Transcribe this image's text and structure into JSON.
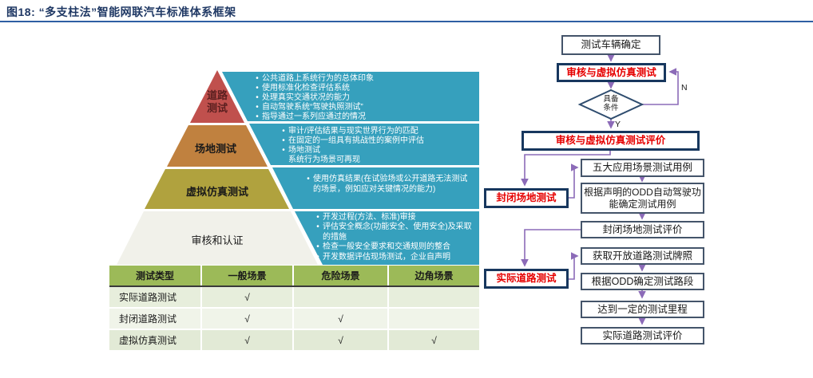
{
  "header": {
    "title": "图18:  “多支柱法”智能网联汽车标准体系框架",
    "title_color": "#1F3864",
    "rule_color": "#2E5FA3"
  },
  "pyramid": {
    "callout_color": "#36A0BD",
    "callout_text_color": "#FFFFFF",
    "levels": [
      {
        "label": "道路测试",
        "color": "#C0504D",
        "bullets": [
          "公共道路上系统行为的总体印象",
          "使用标准化检查评估系统",
          "处理真实交通状况的能力",
          "自动驾驶系统“驾驶执照测试”",
          "指导通过一系列应通过的情况"
        ]
      },
      {
        "label": "场地测试",
        "color": "#C0813F",
        "bullets": [
          "审计/评估结果与现实世界行为的匹配",
          "在固定的一组具有挑战性的案例中评估",
          "场地测试\n系统行为场景可再现"
        ]
      },
      {
        "label": "虚拟仿真测试",
        "color": "#B0A23E",
        "bullets": [
          "使用仿真结果(在试验场或公开道路无法测试的场景，例如应对关键情况的能力)"
        ]
      },
      {
        "label": "审核和认证",
        "color": "#F1F1EA",
        "bullets": [
          "开发过程(方法、标准)审接",
          "评估安全概念(功能安全、使用安全)及采取的措施",
          "检查一般安全要求和交通规则的整合",
          "开发数据评估现场测试，企业自声明"
        ]
      }
    ]
  },
  "table": {
    "header_bg": "#9CBA58",
    "columns": [
      "测试类型",
      "一般场景",
      "危险场景",
      "边角场景"
    ],
    "rows": [
      {
        "cells": [
          "实际道路测试",
          "√",
          "",
          ""
        ]
      },
      {
        "cells": [
          "封闭道路测试",
          "√",
          "√",
          ""
        ]
      },
      {
        "cells": [
          "虚拟仿真测试",
          "√",
          "√",
          "√"
        ]
      }
    ]
  },
  "flowchart": {
    "accent_red": "#E60000",
    "border_normal": "#44546A",
    "border_emphasis": "#17375E",
    "arrow_color": "#8C6BB8",
    "boxes": {
      "b1": "测试车辆确定",
      "b2": "审核与虚拟仿真测试",
      "b3": "审核与虚拟仿真测试评价",
      "b4": "五大应用场景测试用例",
      "b5": "根据声明的ODD自动驾驶功能确定测试用例",
      "b6": "封闭场地测试评价",
      "b7": "获取开放道路测试牌照",
      "b8": "根据ODD确定测试路段",
      "b9": "达到一定的测试里程",
      "b10": "实际道路测试评价",
      "s1": "封闭场地测试",
      "s2": "实际道路测试"
    },
    "diamond": "具备\n条件",
    "labels": {
      "yes": "Y",
      "no": "N"
    }
  }
}
